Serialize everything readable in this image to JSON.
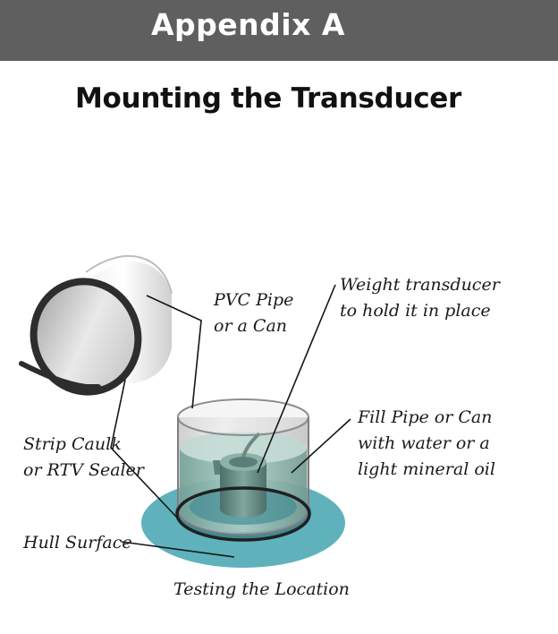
{
  "header": {
    "title": "Appendix A"
  },
  "page": {
    "title": "Mounting the Transducer"
  },
  "figure": {
    "labels": {
      "pvc_line1": "PVC Pipe",
      "pvc_line2": "or a Can",
      "weight_line1": "Weight transducer",
      "weight_line2": "to hold it in place",
      "fill_line1": "Fill Pipe or Can",
      "fill_line2": "with water or a",
      "fill_line3": "light mineral oil",
      "strip_line1": "Strip Caulk",
      "strip_line2": "or RTV Sealer",
      "hull": "Hull Surface"
    },
    "caption": "Testing the Location"
  }
}
